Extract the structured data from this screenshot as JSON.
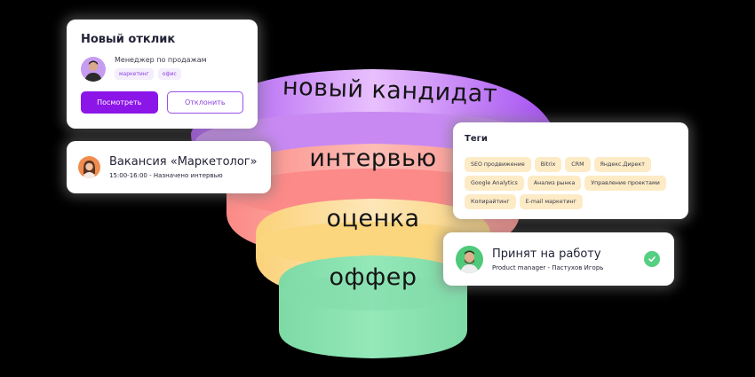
{
  "funnel": {
    "stages": [
      {
        "label": "новый кандидат",
        "color": "#b66cf0"
      },
      {
        "label": "интервью",
        "color": "#fb8a86"
      },
      {
        "label": "оценка",
        "color": "#fbd27a"
      },
      {
        "label": "оффер",
        "color": "#7ddaa5"
      }
    ]
  },
  "new_response_card": {
    "title": "Новый отклик",
    "role": "Менеджер по продажам",
    "chips": [
      "маркетинг",
      "офис"
    ],
    "view_button": "Посмотреть",
    "reject_button": "Отклонить"
  },
  "vacancy_card": {
    "title": "Вакансия «Маркетолог»",
    "subtitle": "15:00-16:00 - Назначено интервью"
  },
  "tags_card": {
    "title": "Теги",
    "tags": [
      "SEO продвижение",
      "Bitrix",
      "CRM",
      "Яндекс.Директ",
      "Google Analytics",
      "Анализ рынка",
      "Управление проектами",
      "Копирайтинг",
      "E-mail маркетинг"
    ]
  },
  "hired_card": {
    "title": "Принят на работу",
    "subtitle": "Product manager - Пастухов Игорь",
    "status_icon": "check-icon",
    "status_color": "#55cf82"
  }
}
